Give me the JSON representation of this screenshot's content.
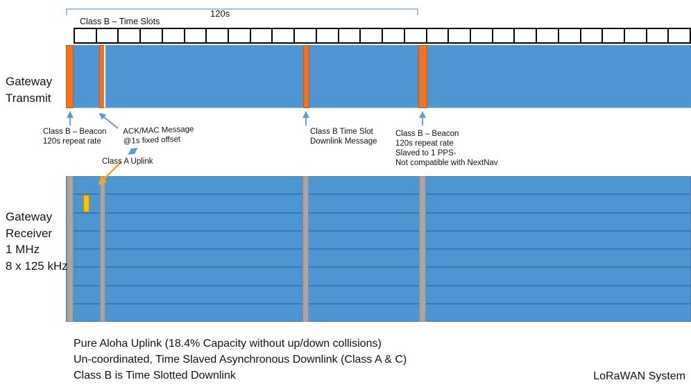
{
  "header": {
    "period_label": "120s",
    "time_slots_label": "Class B – Time Slots",
    "time_slot_count": 28
  },
  "gateway_transmit": {
    "label": [
      "Gateway",
      "Transmit"
    ]
  },
  "gateway_receiver": {
    "label": [
      "Gateway",
      "Receiver",
      "1 MHz",
      "8 x 125 kHz"
    ],
    "channel_count": 8
  },
  "annotations": {
    "beacon_left": [
      "Class B – Beacon",
      "120s repeat rate"
    ],
    "ack_mac": [
      "ACK/MAC Message",
      "@1s fixed offset"
    ],
    "class_a_uplink": "Class A Uplink",
    "timeslot_downlink": [
      "Class B Time Slot",
      "Downlink Message"
    ],
    "beacon_right": [
      "Class B – Beacon",
      "120s repeat rate",
      "Slaved to 1 PPS-",
      "Not compatible with NextNav"
    ]
  },
  "footer": {
    "lines": [
      "Pure Aloha Uplink (18.4% Capacity without up/down collisions)",
      "Un-coordinated, Time Slaved Asynchronous Downlink (Class A & C)",
      "Class B is Time Slotted Downlink"
    ],
    "brand": "LoRaWAN System"
  },
  "colors": {
    "bar_blue": "#4E96D2",
    "beacon_orange": "#EE7423",
    "uplink_yellow": "#FFC000",
    "busy_gray": "#A6A6A6",
    "arrow_blue": "#5B9BD5",
    "uplink_arrow_orange": "#F5A623",
    "bracket_blue": "#9DC3E6",
    "channel_divider": "#3E76A8"
  }
}
